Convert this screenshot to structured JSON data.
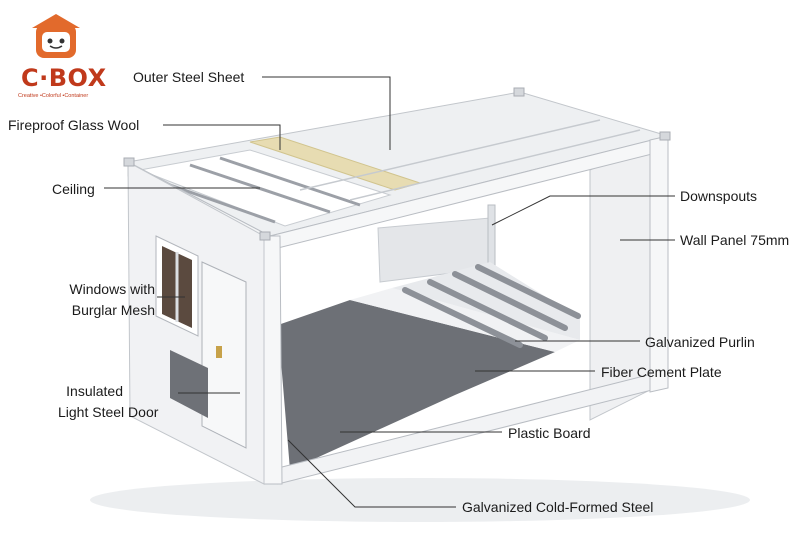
{
  "brand": {
    "logo_text": "C·BOX",
    "tagline": "Creative •Colorful •Container",
    "accent_color": "#e26a2c",
    "text_color": "#c0391b"
  },
  "labels": {
    "outer_steel_sheet": "Outer Steel Sheet",
    "fireproof_glass_wool": "Fireproof Glass Wool",
    "ceiling": "Ceiling",
    "windows_line1": "Windows with",
    "windows_line2": "Burglar Mesh",
    "door_line1": "Insulated",
    "door_line2": "Light Steel Door",
    "downspouts": "Downspouts",
    "wall_panel": "Wall Panel 75mm",
    "galvanized_purlin": "Galvanized Purlin",
    "fiber_cement_plate": "Fiber Cement Plate",
    "plastic_board": "Plastic Board",
    "galvanized_cold_formed_steel": "Galvanized Cold-Formed Steel"
  },
  "colors": {
    "frame": "#f2f3f5",
    "frame_edge": "#b9bdc3",
    "floor": "#6f7278",
    "glass_wool": "#e9dfb6",
    "leader_line": "#333333"
  }
}
